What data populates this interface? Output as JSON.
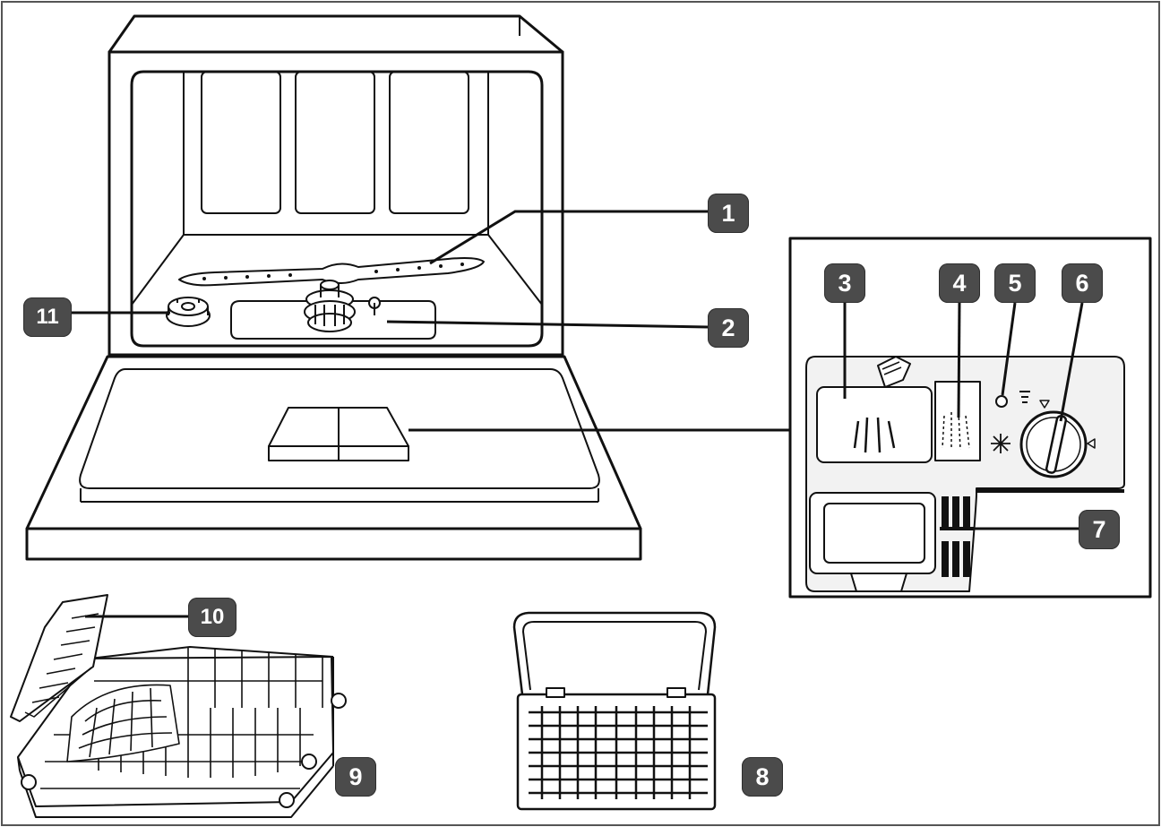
{
  "colors": {
    "line": "#111111",
    "callout_fill": "#4b4b4b",
    "callout_text": "#ffffff",
    "panel_fill": "#f2f2f2",
    "background": "#ffffff"
  },
  "callouts": {
    "n1": "1",
    "n2": "2",
    "n3": "3",
    "n4": "4",
    "n5": "5",
    "n6": "6",
    "n7": "7",
    "n8": "8",
    "n9": "9",
    "n10": "10",
    "n11": "11"
  },
  "icons": {
    "rinse_aid_indicator": "circle-indicator-icon",
    "level_indicator": "level-marks-icon",
    "sparkle": "sparkle-icon",
    "dial_arrow_top": "triangle-down-icon",
    "dial_arrow_right": "triangle-left-icon"
  }
}
